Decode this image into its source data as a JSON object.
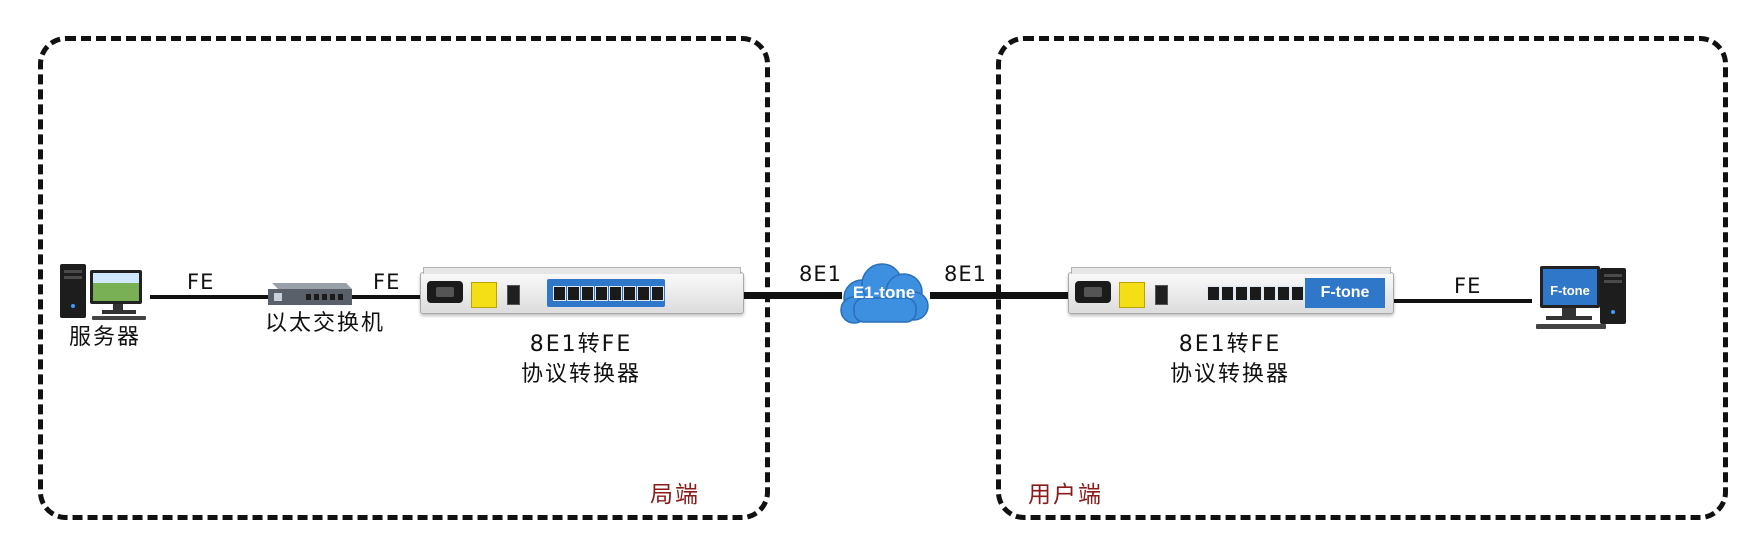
{
  "zones": {
    "left": {
      "label": "局端"
    },
    "right": {
      "label": "用户端"
    }
  },
  "nodes": {
    "server": {
      "label": "服务器"
    },
    "switch": {
      "label": "以太交换机"
    },
    "converter_left": {
      "label_line1": "8E1转FE",
      "label_line2": "协议转换器"
    },
    "converter_right": {
      "label_line1": "8E1转FE",
      "label_line2": "协议转换器",
      "brand": "F-tone"
    },
    "cloud": {
      "label": "E1-tone"
    },
    "pc": {
      "brand": "F-tone"
    }
  },
  "links": {
    "server_to_switch": "FE",
    "switch_to_converter": "FE",
    "converter_to_cloud": "8E1",
    "cloud_to_converter": "8E1",
    "converter_to_pc": "FE"
  },
  "colors": {
    "zone_label": "#8b1a1a",
    "panel_blue": "#2f78c9",
    "warning_yellow": "#f4df16",
    "cloud_blue": "#3d8fe0"
  }
}
